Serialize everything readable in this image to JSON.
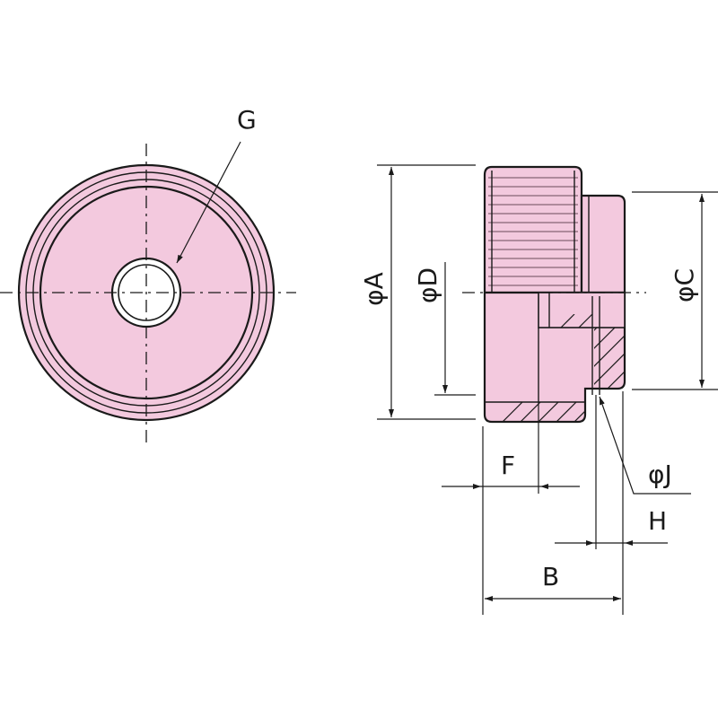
{
  "labels": {
    "G": "G",
    "phiA": "φA",
    "phiD": "φD",
    "phiC": "φC",
    "F": "F",
    "phiJ": "φJ",
    "H": "H",
    "B": "B"
  },
  "colors": {
    "part_fill": "#f3c9de",
    "line": "#1a1a1a"
  }
}
